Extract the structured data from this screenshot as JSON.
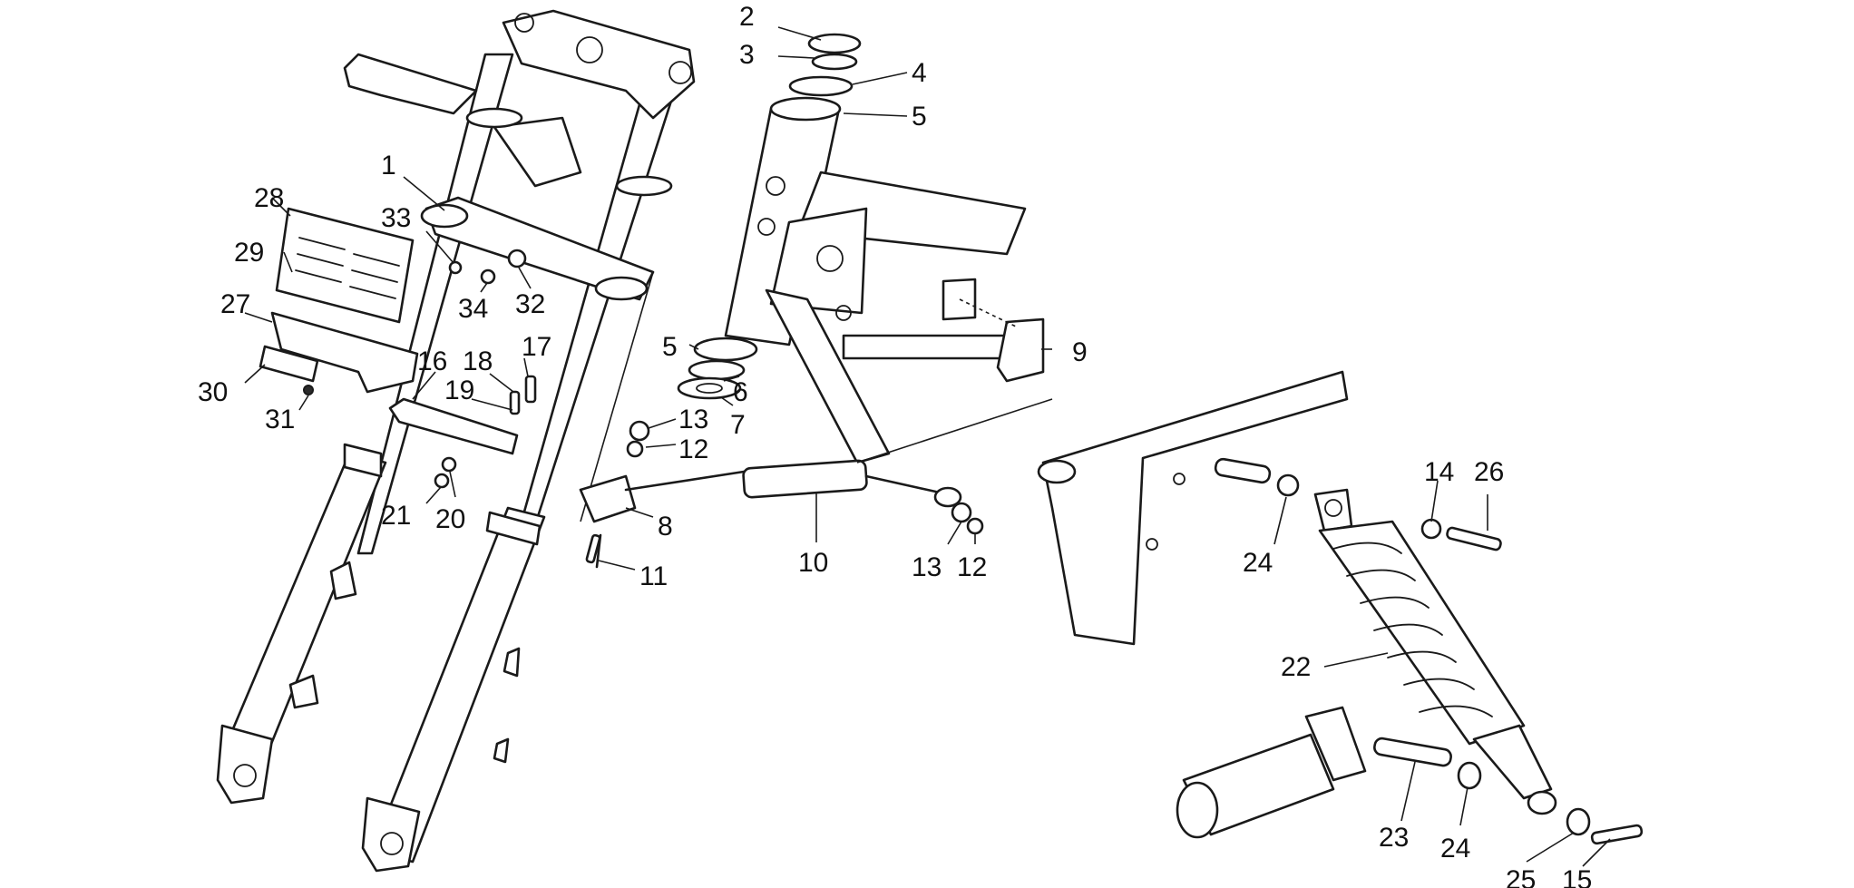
{
  "colors": {
    "ink": "#1a1a1a",
    "paper": "#ffffff"
  },
  "callouts": [
    {
      "n": "1"
    },
    {
      "n": "2"
    },
    {
      "n": "3"
    },
    {
      "n": "4"
    },
    {
      "n": "5"
    },
    {
      "n": "5"
    },
    {
      "n": "6"
    },
    {
      "n": "7"
    },
    {
      "n": "8"
    },
    {
      "n": "9"
    },
    {
      "n": "10"
    },
    {
      "n": "11"
    },
    {
      "n": "12"
    },
    {
      "n": "12"
    },
    {
      "n": "13"
    },
    {
      "n": "13"
    },
    {
      "n": "14"
    },
    {
      "n": "15"
    },
    {
      "n": "16"
    },
    {
      "n": "17"
    },
    {
      "n": "18"
    },
    {
      "n": "19"
    },
    {
      "n": "20"
    },
    {
      "n": "21"
    },
    {
      "n": "22"
    },
    {
      "n": "23"
    },
    {
      "n": "24"
    },
    {
      "n": "24"
    },
    {
      "n": "25"
    },
    {
      "n": "26"
    },
    {
      "n": "27"
    },
    {
      "n": "28"
    },
    {
      "n": "29"
    },
    {
      "n": "30"
    },
    {
      "n": "31"
    },
    {
      "n": "32"
    },
    {
      "n": "33"
    },
    {
      "n": "34"
    }
  ]
}
